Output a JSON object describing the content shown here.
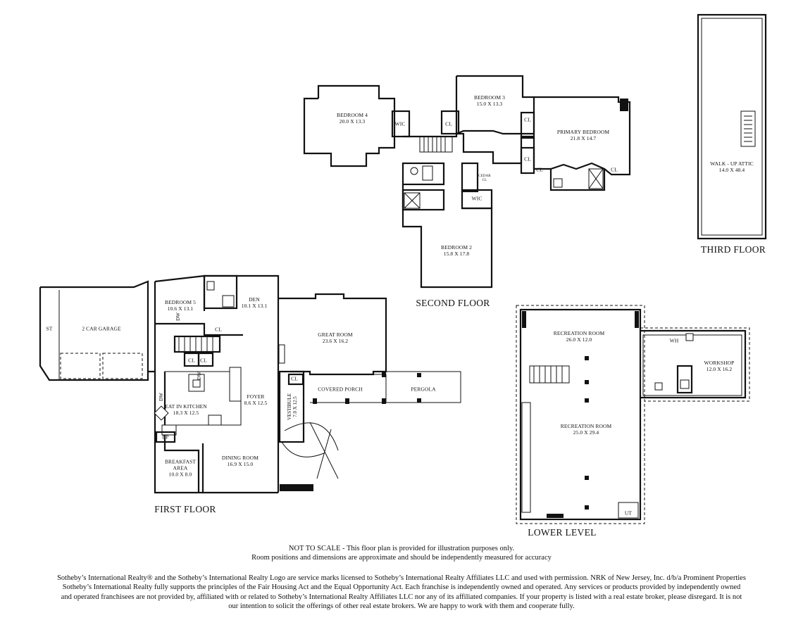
{
  "floors": {
    "first": "FIRST FLOOR",
    "second": "SECOND FLOOR",
    "third": "THIRD FLOOR",
    "lower": "LOWER LEVEL"
  },
  "rooms": {
    "bedroom4": {
      "name": "BEDROOM 4",
      "size": "20.0 X 13.3"
    },
    "bedroom3": {
      "name": "BEDROOM 3",
      "size": "15.0 X 13.3"
    },
    "primary": {
      "name": "PRIMARY BEDROOM",
      "size": "21.8 X 14.7"
    },
    "bedroom2": {
      "name": "BEDROOM 2",
      "size": "15.8 X 17.8"
    },
    "attic": {
      "name": "WALK - UP ATTIC",
      "size": "14.0 X 48.4"
    },
    "bedroom5": {
      "name": "BEDROOM 5",
      "size": "10.6 X 13.1"
    },
    "den": {
      "name": "DEN",
      "size": "10.1 X 13.1"
    },
    "great": {
      "name": "GREAT ROOM",
      "size": "23.6 X 16.2"
    },
    "garage": {
      "name": "2 CAR GARAGE"
    },
    "st": {
      "name": "ST"
    },
    "kitchen": {
      "name": "EAT IN KITCHEN",
      "size": "18.3 X 12.5"
    },
    "foyer": {
      "name": "FOYER",
      "size": "8.6 X 12.5"
    },
    "vestibule": {
      "name": "VESTIBULE",
      "size": "7.0 X 12.5"
    },
    "porch": {
      "name": "COVERED PORCH"
    },
    "pergola": {
      "name": "PERGOLA"
    },
    "dining": {
      "name": "DINING ROOM",
      "size": "16.9 X 15.0"
    },
    "breakfast": {
      "line1": "BREAKFAST",
      "line2": "AREA",
      "size": "10.0 X 8.0"
    },
    "bp": {
      "name": "BP"
    },
    "rec1": {
      "name": "RECREATION ROOM",
      "size": "26.0 X 12.0"
    },
    "rec2": {
      "name": "RECREATION ROOM",
      "size": "25.0 X 29.4"
    },
    "workshop": {
      "name": "WORKSHOP",
      "size": "12.0 X 16.2"
    },
    "wh": {
      "name": "WH"
    },
    "ut": {
      "name": "UT"
    }
  },
  "small_labels": {
    "wic": "WIC",
    "cl": "CL",
    "cedar_line1": "CEDAR",
    "cedar_line2": "CL",
    "dw": "DW"
  },
  "disclaimer": [
    "NOT TO SCALE - This floor plan is provided for illustration purposes only.",
    "Room positions and dimensions are approximate and should be independently measured for accuracy"
  ],
  "legal": [
    "Sotheby’s International Realty® and the Sotheby’s International Realty Logo are service marks licensed to Sotheby’s International Realty Affiliates LLC and used with permission. NRK of New Jersey, Inc. d/b/a Prominent Properties",
    "Sotheby’s International Realty fully supports the principles of the Fair Housing Act and the Equal Opportunity Act. Each franchise is independently owned and operated. Any services or products provided by independently owned",
    "and operated franchisees are not provided by, affiliated with or related to Sotheby’s International Realty Affiliates LLC nor any of its affiliated companies. If your property is listed with a real estate broker, please disregard. It is not",
    "our intention to solicit the offerings of other real estate brokers. We are happy to work with them and cooperate fully."
  ]
}
